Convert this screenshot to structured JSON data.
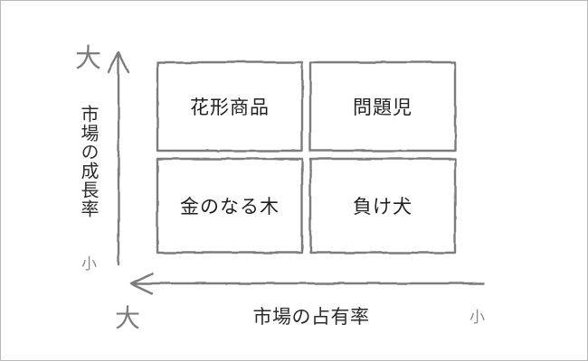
{
  "colors": {
    "stroke": "#7c7c7c",
    "quadrant_text": "#1f1f1f",
    "axis_label_text": "#2b2b2b",
    "scale_text": "#8a8a8a",
    "frame_border": "#b7b7b7",
    "background": "#ffffff"
  },
  "y_axis": {
    "label": "市場の成長率",
    "max_label": "大",
    "min_label": "小",
    "arrow_direction": "up"
  },
  "x_axis": {
    "label": "市場の占有率",
    "max_label": "大",
    "min_label": "小",
    "arrow_direction": "left"
  },
  "quadrants": [
    {
      "position": "top-left",
      "label": "花形商品"
    },
    {
      "position": "top-right",
      "label": "問題児"
    },
    {
      "position": "bottom-left",
      "label": "金のなる木"
    },
    {
      "position": "bottom-right",
      "label": "負け犬"
    }
  ]
}
